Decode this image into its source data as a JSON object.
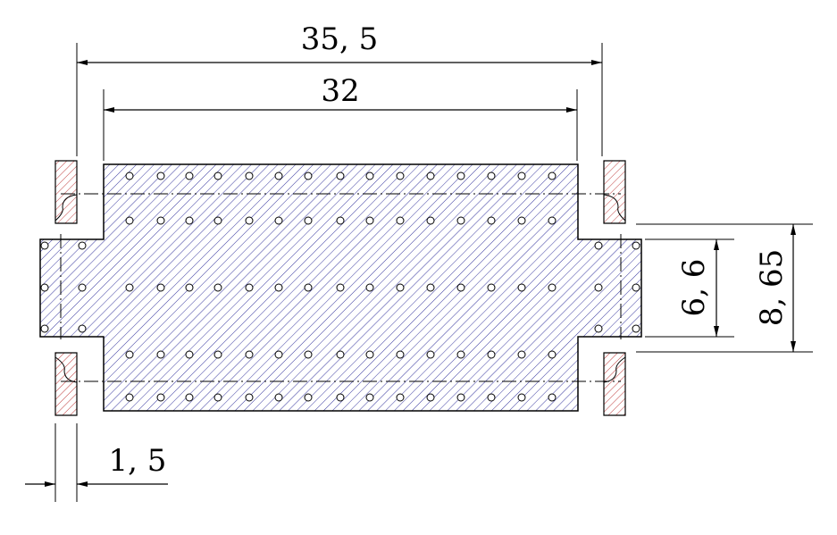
{
  "drawing": {
    "dimensions": {
      "overall_width": "35, 5",
      "body_width": "32",
      "side_gap": "1, 5",
      "inner_height": "6, 6",
      "outer_height": "8, 65"
    },
    "colors": {
      "body_hatch": "#3a3aa0",
      "part_hatch": "#c04040",
      "outline": "#000000",
      "background": "#ffffff"
    }
  }
}
